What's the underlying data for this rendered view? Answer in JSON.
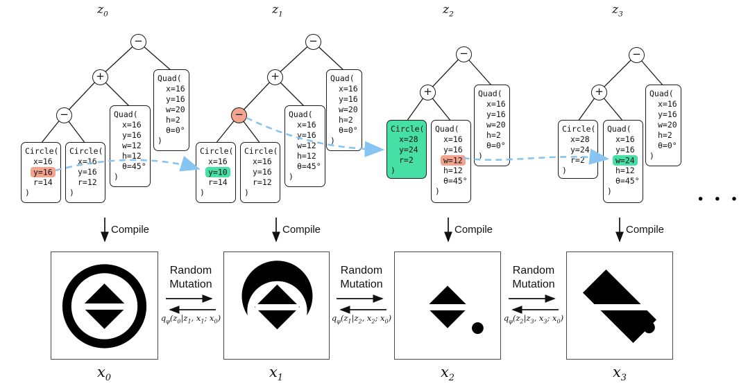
{
  "colors": {
    "highlight_mutated_from": "#F2A48E",
    "highlight_mutated_to": "#46E0A6",
    "mutation_path_blue": "#88C4F2"
  },
  "figure": {
    "compile_label": "Compile",
    "ellipsis": "•••"
  },
  "trees": [
    {
      "label": "z_0",
      "ops": [
        {
          "symbol": "−"
        },
        {
          "symbol": "+"
        },
        {
          "symbol": "−"
        }
      ],
      "boxes": [
        {
          "name": "circle-left",
          "lines": [
            {
              "t": "Circle("
            },
            {
              "t": "x=16",
              "ind": true
            },
            {
              "t": "y=16",
              "ind": true,
              "hl": "red"
            },
            {
              "t": "r=14",
              "ind": true
            },
            {
              "t": ")"
            }
          ]
        },
        {
          "name": "circle-right",
          "lines": [
            {
              "t": "Circle("
            },
            {
              "t": "x=16",
              "ind": true
            },
            {
              "t": "y=16",
              "ind": true
            },
            {
              "t": "r=12",
              "ind": true
            },
            {
              "t": ")"
            }
          ]
        },
        {
          "name": "quad-rotated",
          "lines": [
            {
              "t": "Quad("
            },
            {
              "t": "x=16",
              "ind": true
            },
            {
              "t": "y=16",
              "ind": true
            },
            {
              "t": "w=12",
              "ind": true
            },
            {
              "t": "h=12",
              "ind": true
            },
            {
              "t": "θ=45°",
              "ind": true
            },
            {
              "t": ")"
            }
          ]
        },
        {
          "name": "quad-strip",
          "lines": [
            {
              "t": "Quad("
            },
            {
              "t": "x=16",
              "ind": true
            },
            {
              "t": "y=16",
              "ind": true
            },
            {
              "t": "w=20",
              "ind": true
            },
            {
              "t": "h=2",
              "ind": true
            },
            {
              "t": "θ=0°",
              "ind": true
            },
            {
              "t": ")"
            }
          ]
        }
      ]
    },
    {
      "label": "z_1",
      "ops": [
        {
          "symbol": "−"
        },
        {
          "symbol": "+"
        },
        {
          "symbol": "−",
          "highlighted": "red"
        }
      ],
      "boxes": [
        {
          "name": "circle-left",
          "lines": [
            {
              "t": "Circle("
            },
            {
              "t": "x=16",
              "ind": true
            },
            {
              "t": "y=10",
              "ind": true,
              "hl": "green"
            },
            {
              "t": "r=14",
              "ind": true
            },
            {
              "t": ")"
            }
          ]
        },
        {
          "name": "circle-right",
          "lines": [
            {
              "t": "Circle("
            },
            {
              "t": "x=16",
              "ind": true
            },
            {
              "t": "y=16",
              "ind": true
            },
            {
              "t": "r=12",
              "ind": true
            },
            {
              "t": ")"
            }
          ]
        },
        {
          "name": "quad-rotated",
          "lines": [
            {
              "t": "Quad("
            },
            {
              "t": "x=16",
              "ind": true
            },
            {
              "t": "y=16",
              "ind": true
            },
            {
              "t": "w=12",
              "ind": true
            },
            {
              "t": "h=12",
              "ind": true
            },
            {
              "t": "θ=45°",
              "ind": true
            },
            {
              "t": ")"
            }
          ]
        },
        {
          "name": "quad-strip",
          "lines": [
            {
              "t": "Quad("
            },
            {
              "t": "x=16",
              "ind": true
            },
            {
              "t": "y=16",
              "ind": true
            },
            {
              "t": "w=20",
              "ind": true
            },
            {
              "t": "h=2",
              "ind": true
            },
            {
              "t": "θ=0°",
              "ind": true
            },
            {
              "t": ")"
            }
          ]
        }
      ]
    },
    {
      "label": "z_2",
      "ops": [
        {
          "symbol": "−"
        },
        {
          "symbol": "+"
        }
      ],
      "boxes": [
        {
          "name": "circle",
          "highlighted": "green",
          "lines": [
            {
              "t": "Circle("
            },
            {
              "t": "x=28",
              "ind": true
            },
            {
              "t": "y=24",
              "ind": true
            },
            {
              "t": "r=2",
              "ind": true
            },
            {
              "t": ")"
            }
          ]
        },
        {
          "name": "quad-rotated",
          "lines": [
            {
              "t": "Quad("
            },
            {
              "t": "x=16",
              "ind": true
            },
            {
              "t": "y=16",
              "ind": true
            },
            {
              "t": "w=12",
              "ind": true,
              "hl": "red"
            },
            {
              "t": "h=12",
              "ind": true
            },
            {
              "t": "θ=45°",
              "ind": true
            },
            {
              "t": ")"
            }
          ]
        },
        {
          "name": "quad-strip",
          "lines": [
            {
              "t": "Quad("
            },
            {
              "t": "x=16",
              "ind": true
            },
            {
              "t": "y=16",
              "ind": true
            },
            {
              "t": "w=20",
              "ind": true
            },
            {
              "t": "h=2",
              "ind": true
            },
            {
              "t": "θ=0°",
              "ind": true
            },
            {
              "t": ")"
            }
          ]
        }
      ]
    },
    {
      "label": "z_3",
      "ops": [
        {
          "symbol": "−"
        },
        {
          "symbol": "+"
        }
      ],
      "boxes": [
        {
          "name": "circle",
          "lines": [
            {
              "t": "Circle("
            },
            {
              "t": "x=28",
              "ind": true
            },
            {
              "t": "y=24",
              "ind": true
            },
            {
              "t": "r=2",
              "ind": true
            },
            {
              "t": ")"
            }
          ]
        },
        {
          "name": "quad-rotated",
          "lines": [
            {
              "t": "Quad("
            },
            {
              "t": "x=16",
              "ind": true
            },
            {
              "t": "y=16",
              "ind": true
            },
            {
              "t": "w=24",
              "ind": true,
              "hl": "green"
            },
            {
              "t": "h=12",
              "ind": true
            },
            {
              "t": "θ=45°",
              "ind": true
            },
            {
              "t": ")"
            }
          ]
        },
        {
          "name": "quad-strip",
          "lines": [
            {
              "t": "Quad("
            },
            {
              "t": "x=16",
              "ind": true
            },
            {
              "t": "y=16",
              "ind": true
            },
            {
              "t": "w=20",
              "ind": true
            },
            {
              "t": "h=2",
              "ind": true
            },
            {
              "t": "θ=0°",
              "ind": true
            },
            {
              "t": ")"
            }
          ]
        }
      ]
    }
  ],
  "images": [
    {
      "label": "x_0"
    },
    {
      "label": "x_1"
    },
    {
      "label": "x_2"
    },
    {
      "label": "x_3"
    }
  ],
  "mutations": [
    {
      "line1": "Random",
      "line2": "Mutation",
      "formula": "q_φ(z_0|z_1, x_1; x_0)"
    },
    {
      "line1": "Random",
      "line2": "Mutation",
      "formula": "q_φ(z_1|z_2, x_2; x_0)"
    },
    {
      "line1": "Random",
      "line2": "Mutation",
      "formula": "q_φ(z_2|z_3, x_3; x_0)"
    }
  ]
}
